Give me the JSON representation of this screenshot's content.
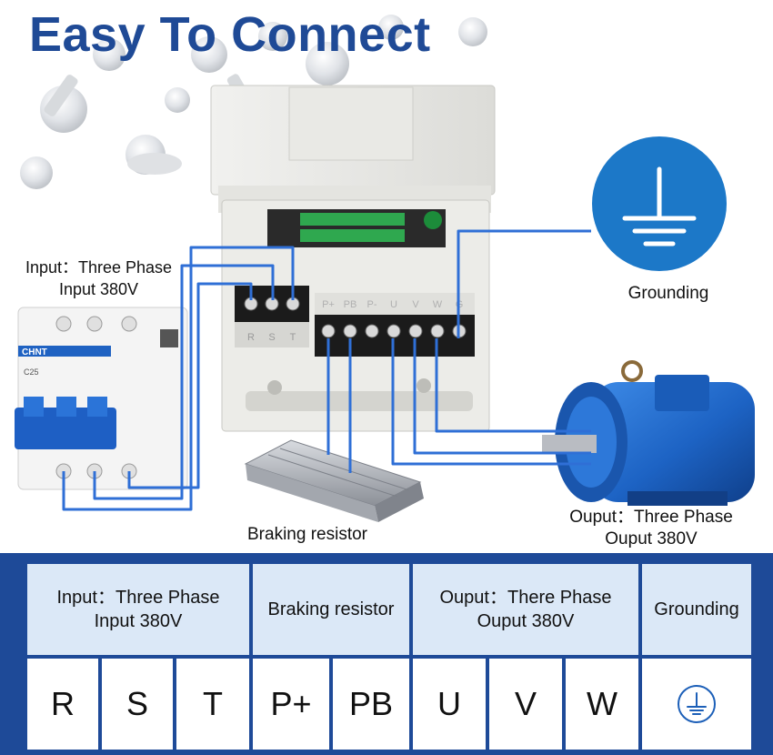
{
  "title": "Easy To Connect",
  "labels": {
    "input_line1": "Input：Three Phase",
    "input_line2": "Input 380V",
    "grounding": "Grounding",
    "braking": "Braking resistor",
    "output_line1": "Ouput：Three Phase",
    "output_line2": "Ouput 380V"
  },
  "device": {
    "input_terminals": [
      "R",
      "S",
      "T"
    ],
    "output_terminals": [
      "P+",
      "PB",
      "P-",
      "U",
      "V",
      "W",
      "G"
    ],
    "breaker_brand": "CHNT",
    "breaker_model": "C25"
  },
  "table": {
    "headers": [
      {
        "line1": "Input：Three Phase",
        "line2": "Input 380V"
      },
      {
        "line1": "Braking resistor",
        "line2": ""
      },
      {
        "line1": "Ouput：There Phase",
        "line2": "Ouput 380V"
      },
      {
        "line1": "Grounding",
        "line2": ""
      }
    ],
    "cells": [
      "R",
      "S",
      "T",
      "P+",
      "PB",
      "U",
      "V",
      "W"
    ]
  },
  "colors": {
    "title": "#1f4a96",
    "wire": "#2f6fd6",
    "table_frame": "#1e4a98",
    "table_header": "#dbe8f7",
    "ground_badge": "#1c78c8",
    "motor": "#1d63c4"
  },
  "icons": [
    "ground-symbol-icon",
    "ground-cell-icon"
  ]
}
